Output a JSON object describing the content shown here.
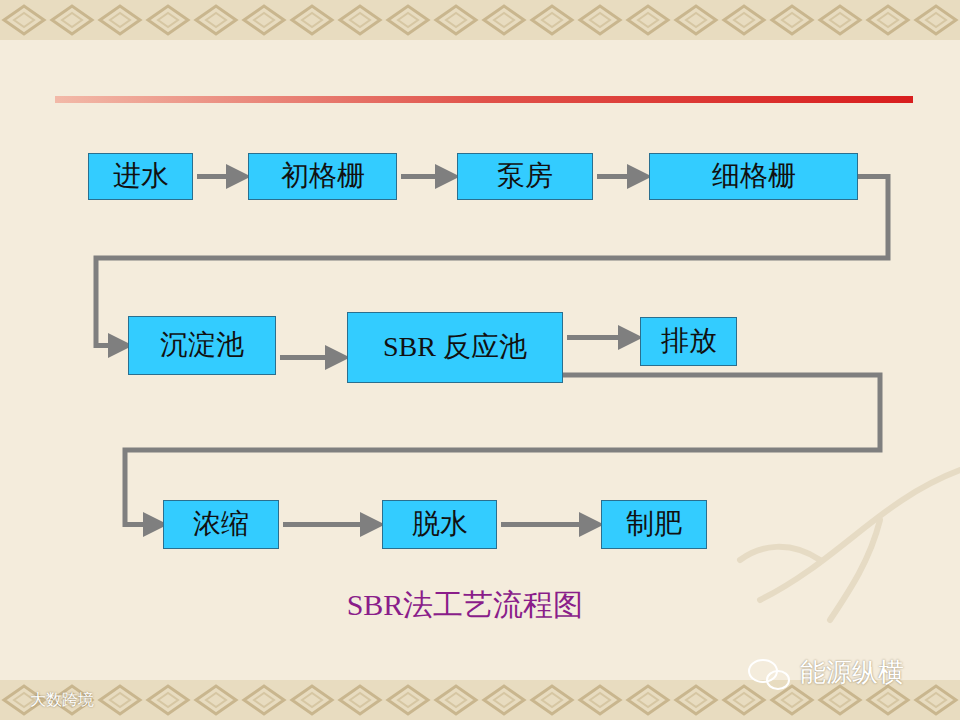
{
  "diagram": {
    "caption": "SBR法工艺流程图",
    "nodes": [
      {
        "text": [
          "进水"
        ]
      },
      {
        "text": [
          "初格栅"
        ]
      },
      {
        "text": [
          "泵房"
        ]
      },
      {
        "text": [
          "细格栅"
        ]
      },
      {
        "text": [
          "沉淀池"
        ]
      },
      {
        "text": [
          "SBR 反应池"
        ]
      },
      {
        "text": [
          "排放"
        ]
      },
      {
        "text": [
          "浓缩"
        ]
      },
      {
        "text": [
          "脱水"
        ]
      },
      {
        "text": [
          "制肥"
        ]
      }
    ],
    "edges": [
      {
        "from": 0,
        "to": 1,
        "arrow": "to"
      },
      {
        "from": 1,
        "to": 2,
        "arrow": "to"
      },
      {
        "from": 2,
        "to": 3,
        "arrow": "to"
      },
      {
        "from": 3,
        "to": 4,
        "arrow": "to"
      },
      {
        "from": 4,
        "to": 5,
        "arrow": "to"
      },
      {
        "from": 5,
        "to": 6,
        "arrow": "to"
      },
      {
        "from": 5,
        "to": 7,
        "arrow": "to"
      },
      {
        "from": 7,
        "to": 8,
        "arrow": "to"
      },
      {
        "from": 8,
        "to": 9,
        "arrow": "to"
      }
    ],
    "labels": [
      "大数跨境",
      "能源纵横"
    ]
  }
}
